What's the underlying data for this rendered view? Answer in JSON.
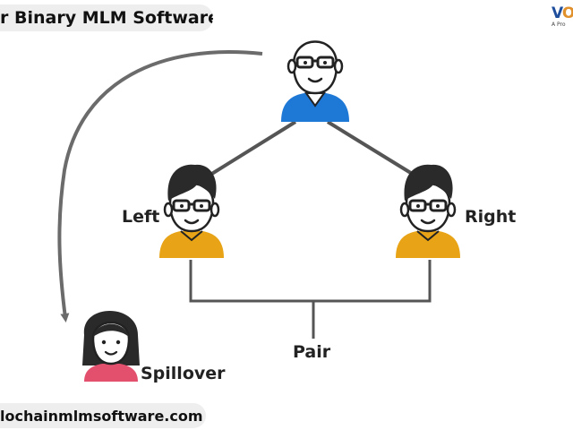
{
  "header": {
    "title": "r Binary MLM Software"
  },
  "footer": {
    "url": "lochainmlmsoftware.com"
  },
  "logo": {
    "text_part1": "V",
    "text_part2": "O",
    "tagline": "A Pro"
  },
  "nodes": {
    "top": {
      "shirt_color": "#1e78d6"
    },
    "left": {
      "label": "Left",
      "shirt_color": "#e8a416"
    },
    "right": {
      "label": "Right",
      "shirt_color": "#e8a416"
    },
    "spillover": {
      "label": "Spillover",
      "shirt_color": "#e2506e"
    }
  },
  "pair": {
    "label": "Pair"
  }
}
